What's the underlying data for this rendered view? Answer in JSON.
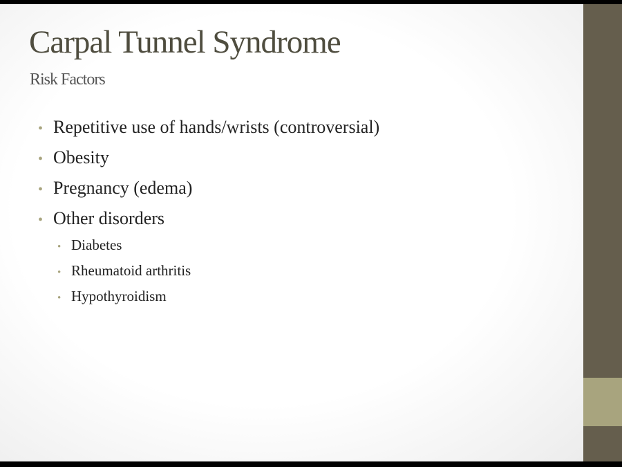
{
  "slide": {
    "title": "Carpal Tunnel Syndrome",
    "subtitle": "Risk Factors",
    "bullets": [
      {
        "text": "Repetitive use of hands/wrists (controversial)"
      },
      {
        "text": "Obesity"
      },
      {
        "text": "Pregnancy (edema)"
      },
      {
        "text": "Other disorders",
        "sub": [
          "Diabetes",
          "Rheumatoid arthritis",
          "Hypothyroidism"
        ]
      }
    ],
    "bullet_char": "•"
  },
  "colors": {
    "sidebar": "#655e4d",
    "accent": "#a8a47e",
    "title": "#4f4d3f"
  }
}
